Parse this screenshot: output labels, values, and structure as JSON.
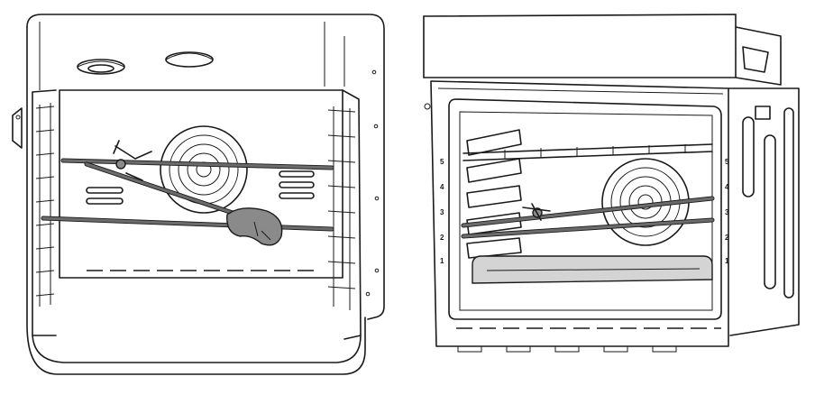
{
  "figures": {
    "left": {
      "subject": "oven-cavity-with-rotisserie-spit"
    },
    "right": {
      "subject": "built-in-oven-with-grid-spit-and-tray"
    }
  },
  "shelf_levels": [
    "5",
    "4",
    "3",
    "2",
    "1"
  ],
  "colors": {
    "line": "#1a1a1a",
    "metal": "#6b6b6b",
    "meat": "#8a8a8a",
    "tray": "#d4d4d4"
  }
}
